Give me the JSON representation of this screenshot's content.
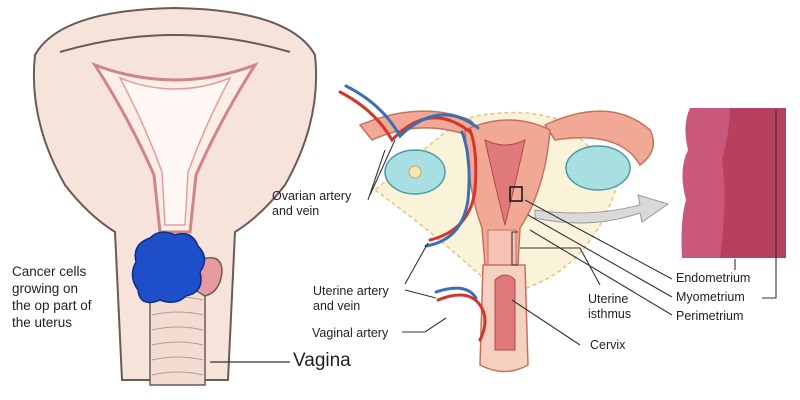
{
  "labels": {
    "cancer_cells": "Cancer cells\ngrowing on\n the op part of\nthe uterus",
    "vagina": "Vagina",
    "ovarian_artery": "Ovarian artery\nand vein",
    "uterine_artery": "Uterine artery\nand vein",
    "vaginal_artery": "Vaginal artery",
    "uterine_isthmus": "Uterine\nisthmus",
    "cervix": "Cervix",
    "endometrium": "Endometrium",
    "myometrium": "Myometrium",
    "perimetrium": "Perimetrium"
  },
  "colors": {
    "tissue": "#f6e4da",
    "outline": "#6b5a55",
    "endometrium_pink": "#e79aa0",
    "cancer_blue": "#1f4fc8",
    "artery_red": "#d6332b",
    "vein_blue": "#3a6fb4",
    "ovary_teal": "#a8dfe2",
    "muscle": "#f1a894",
    "histology": "#c9587a"
  }
}
